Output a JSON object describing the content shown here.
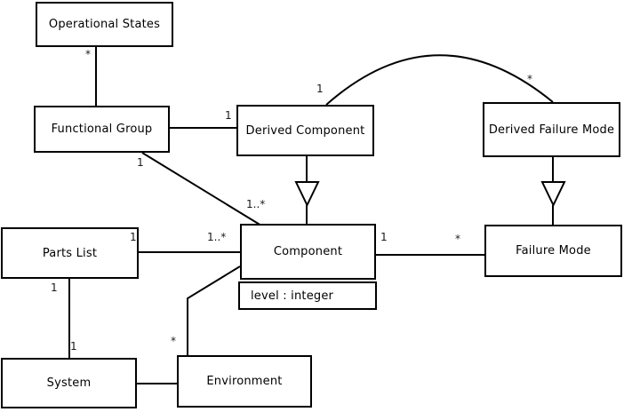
{
  "diagram": {
    "kind": "uml-class-diagram",
    "background_color": "#ffffff",
    "line_color": "#000000",
    "classes": {
      "operational_states": {
        "name": "Operational States"
      },
      "functional_group": {
        "name": "Functional Group"
      },
      "derived_component": {
        "name": "Derived Component"
      },
      "derived_failure_mode": {
        "name": "Derived Failure Mode"
      },
      "parts_list": {
        "name": "Parts List"
      },
      "component": {
        "name": "Component",
        "attribute": "level : integer"
      },
      "failure_mode": {
        "name": "Failure Mode"
      },
      "system": {
        "name": "System"
      },
      "environment": {
        "name": "Environment"
      }
    },
    "relationships": {
      "operational_states_functional_group": {
        "type": "association",
        "labels": {
          "at_operational_states": "*"
        }
      },
      "functional_group_derived_component": {
        "type": "association",
        "labels": {
          "at_derived_component": "1"
        }
      },
      "functional_group_component": {
        "type": "association",
        "labels": {
          "at_functional_group": "1",
          "at_component": "1..*"
        }
      },
      "derived_component_derived_failure_mode": {
        "type": "association",
        "shape": "arc",
        "labels": {
          "at_derived_component": "1",
          "at_derived_failure_mode": "*"
        }
      },
      "derived_component_component": {
        "type": "generalization"
      },
      "derived_failure_mode_failure_mode": {
        "type": "generalization"
      },
      "parts_list_component": {
        "type": "association",
        "labels": {
          "at_parts_list": "1",
          "at_component": "1..*"
        }
      },
      "parts_list_system": {
        "type": "association",
        "labels": {
          "at_parts_list": "1",
          "at_system": "1"
        }
      },
      "component_failure_mode": {
        "type": "association",
        "labels": {
          "at_component": "1",
          "at_failure_mode": "*"
        }
      },
      "system_environment": {
        "type": "association"
      },
      "environment_component": {
        "type": "association",
        "labels": {
          "at_environment": "*"
        }
      }
    }
  }
}
